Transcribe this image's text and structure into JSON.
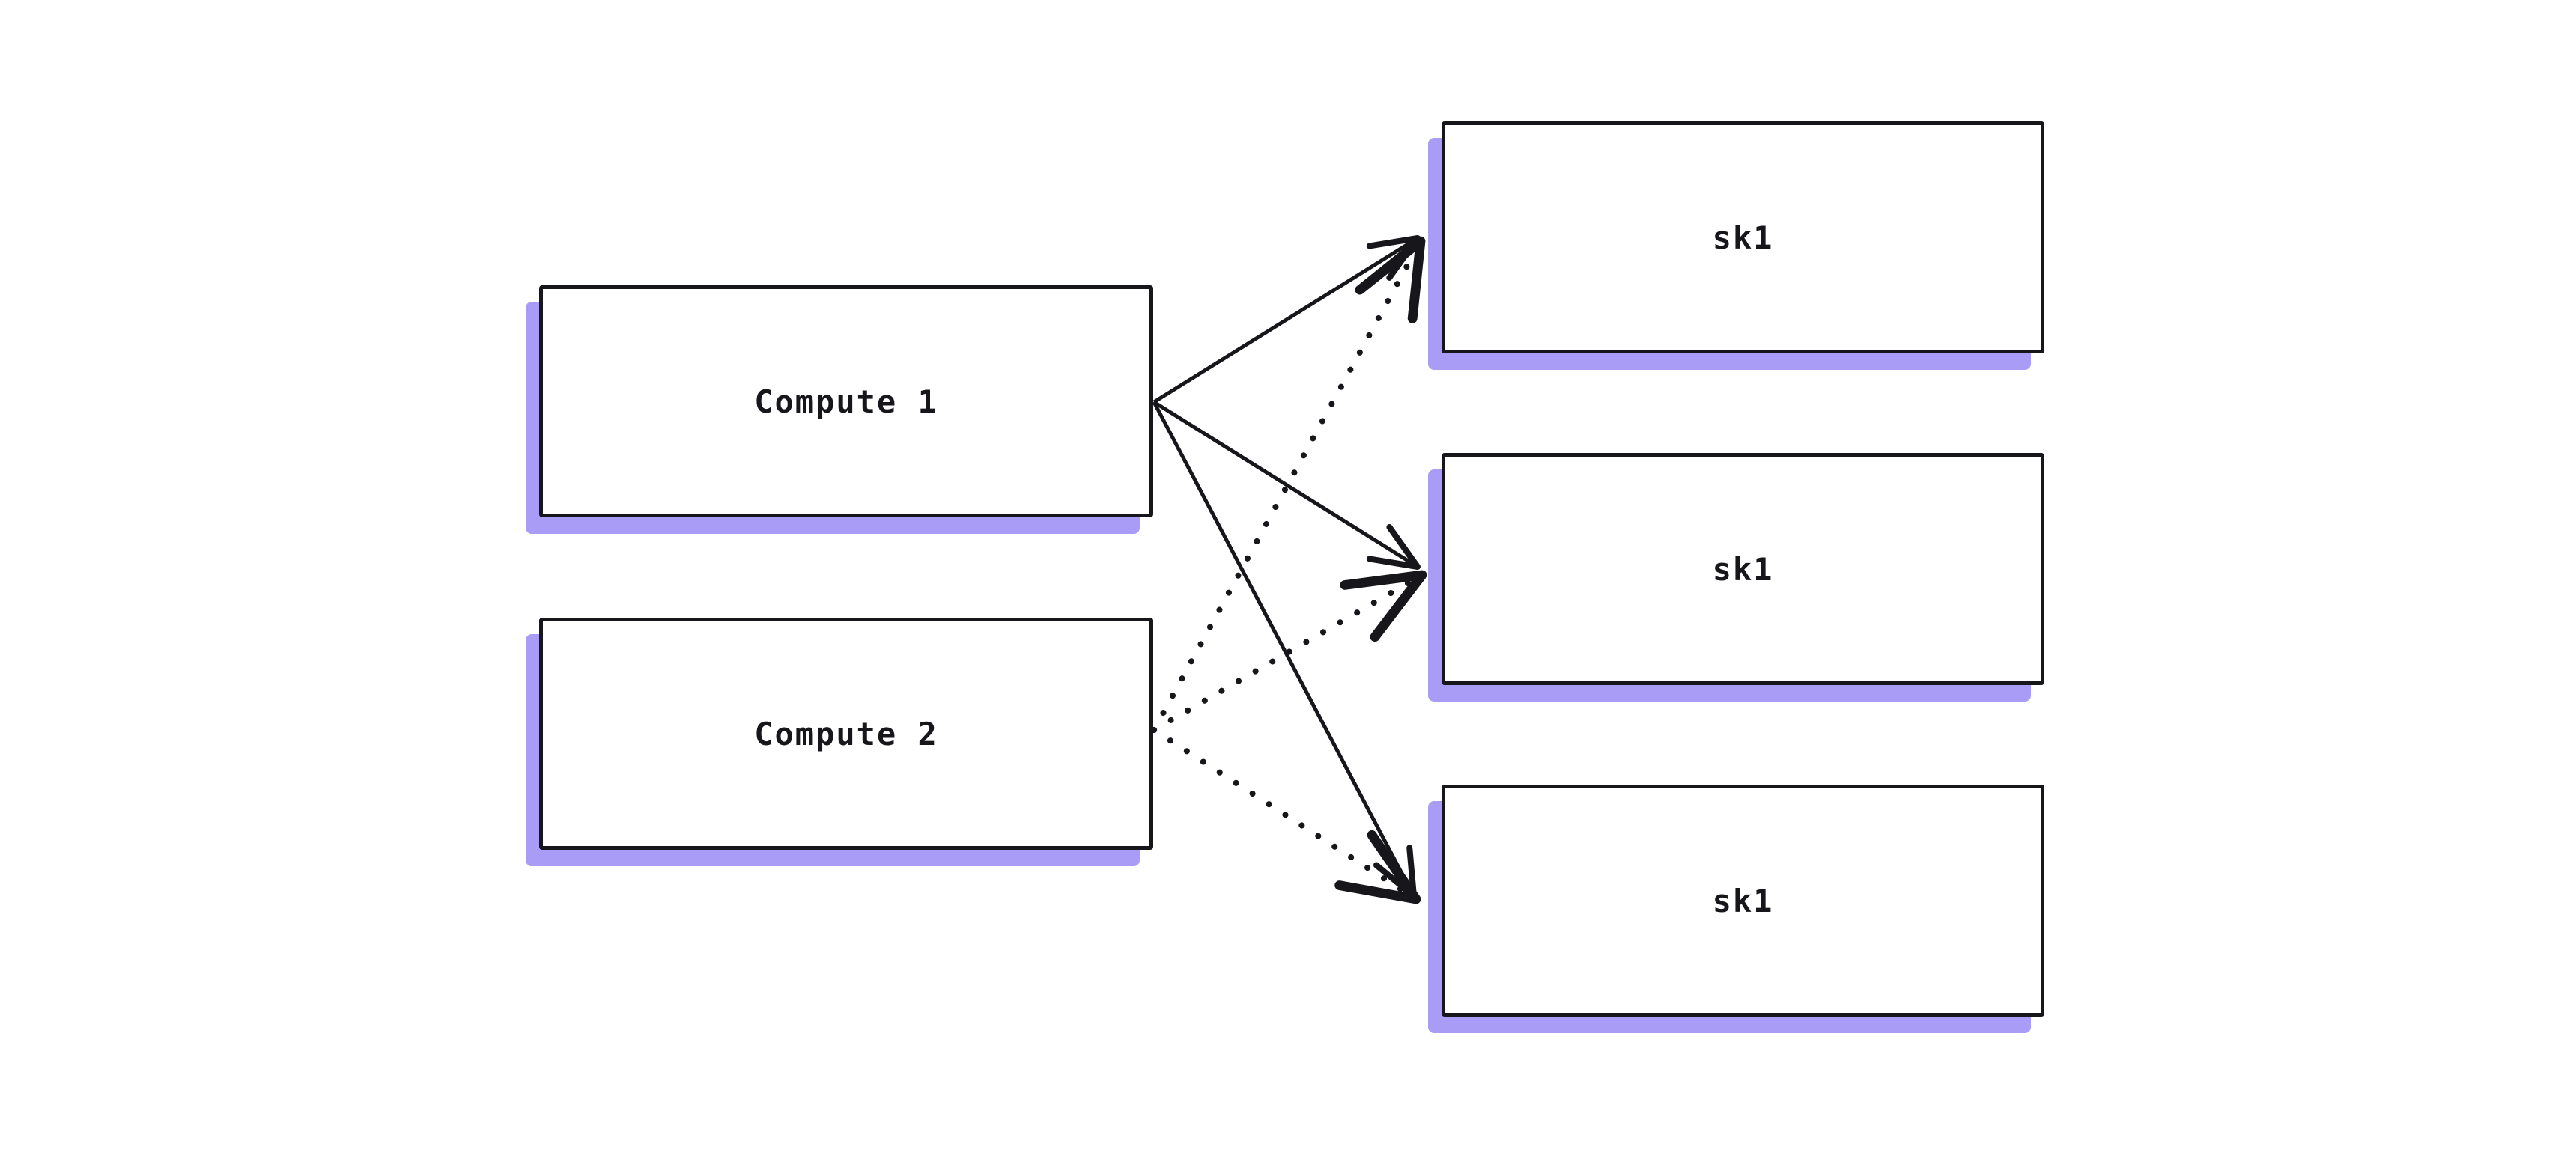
{
  "diagram": {
    "type": "node-graph",
    "background_color": "#ffffff",
    "accent_color": "#a99cf7",
    "stroke_color": "#17161a",
    "title": "",
    "left_column": {
      "label": "compute-nodes",
      "nodes": [
        {
          "id": "compute-1",
          "label": "Compute 1"
        },
        {
          "id": "compute-2",
          "label": "Compute 2"
        }
      ]
    },
    "right_column": {
      "label": "sk1-nodes",
      "nodes": [
        {
          "id": "sk-1",
          "label": "sk1"
        },
        {
          "id": "sk-2",
          "label": "sk1"
        },
        {
          "id": "sk-3",
          "label": "sk1"
        }
      ]
    },
    "edges": [
      {
        "id": "edge-compute1-sk1",
        "from": "compute-1",
        "to": "sk-1",
        "style": "solid",
        "arrow": "end"
      },
      {
        "id": "edge-compute1-sk2",
        "from": "compute-1",
        "to": "sk-2",
        "style": "solid",
        "arrow": "end"
      },
      {
        "id": "edge-compute1-sk3",
        "from": "compute-1",
        "to": "sk-3",
        "style": "solid",
        "arrow": "end"
      },
      {
        "id": "edge-compute2-sk1",
        "from": "compute-2",
        "to": "sk-1",
        "style": "dotted",
        "arrow": "end"
      },
      {
        "id": "edge-compute2-sk2",
        "from": "compute-2",
        "to": "sk-2",
        "style": "dotted",
        "arrow": "end"
      },
      {
        "id": "edge-compute2-sk3",
        "from": "compute-2",
        "to": "sk-3",
        "style": "dotted",
        "arrow": "end"
      }
    ]
  }
}
